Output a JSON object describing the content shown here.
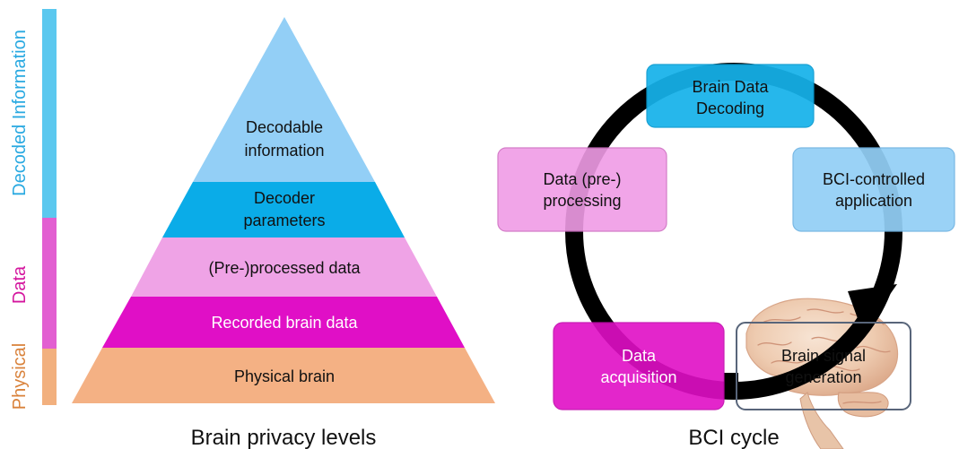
{
  "left_panel": {
    "caption": "Brain privacy levels",
    "side_labels": [
      {
        "text": "Decoded Information",
        "color": "#29a9e1"
      },
      {
        "text": "Data",
        "color": "#d4169e"
      },
      {
        "text": "Physical",
        "color": "#d9823b"
      }
    ],
    "side_bar_colors": [
      "#5bc8ef",
      "#e25fd1",
      "#f2b07e"
    ],
    "pyramid_levels": [
      {
        "lines": [
          "Decodable",
          "information"
        ],
        "fill": "#93cff6",
        "text_color": "#111111"
      },
      {
        "lines": [
          "Decoder",
          "parameters"
        ],
        "fill": "#0aace8",
        "text_color": "#111111"
      },
      {
        "lines": [
          "(Pre-)processed data"
        ],
        "fill": "#efa3e6",
        "text_color": "#111111"
      },
      {
        "lines": [
          "Recorded brain data"
        ],
        "fill": "#e00fc6",
        "text_color": "#ffffff"
      },
      {
        "lines": [
          "Physical brain"
        ],
        "fill": "#f4b184",
        "text_color": "#111111"
      }
    ]
  },
  "right_panel": {
    "caption": "BCI cycle",
    "nodes": [
      {
        "id": "decoding",
        "lines": [
          "Brain Data",
          "Decoding"
        ],
        "fill": "#16b2ea",
        "stroke": "#0a9ad0",
        "text_color": "#111111"
      },
      {
        "id": "application",
        "lines": [
          "BCI-controlled",
          "application"
        ],
        "fill": "#93cff6",
        "stroke": "#6fb3e3",
        "text_color": "#111111"
      },
      {
        "id": "signal",
        "lines": [
          "Brain signal",
          "generation"
        ],
        "fill": "none",
        "stroke": "#58657a",
        "text_color": "#111111"
      },
      {
        "id": "acquisition",
        "lines": [
          "Data",
          "acquisition"
        ],
        "fill": "#e00fc6",
        "stroke": "#c20aad",
        "text_color": "#ffffff"
      },
      {
        "id": "processing",
        "lines": [
          "Data (pre-)",
          "processing"
        ],
        "fill": "#f09ce6",
        "stroke": "#cf6fc2",
        "text_color": "#111111"
      }
    ]
  }
}
